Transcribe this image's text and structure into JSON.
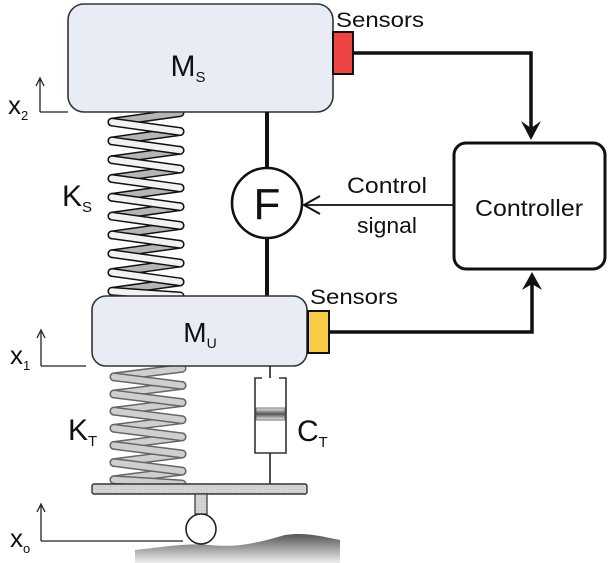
{
  "diagram": {
    "title": "Active suspension quarter-car model",
    "masses": {
      "sprung": {
        "main": "M",
        "sub": "S"
      },
      "unsprung": {
        "main": "M",
        "sub": "U"
      }
    },
    "springs": {
      "suspension": {
        "main": "K",
        "sub": "S"
      },
      "tire": {
        "main": "K",
        "sub": "T"
      }
    },
    "damper": {
      "main": "C",
      "sub": "T"
    },
    "actuator": {
      "label": "F"
    },
    "controller": {
      "label": "Controller"
    },
    "control_signal": {
      "line1": "Control",
      "line2": "signal"
    },
    "sensors": {
      "top": {
        "label": "Sensors",
        "color": "#ef4444"
      },
      "bottom": {
        "label": "Sensors",
        "color": "#f9cc45"
      }
    },
    "displacements": {
      "x2": {
        "main": "x",
        "sub": "2"
      },
      "x1": {
        "main": "x",
        "sub": "1"
      },
      "x0": {
        "main": "x",
        "sub": "o"
      }
    },
    "colors": {
      "mass_fill": "#e8edf5",
      "spring_light": "#f2f2f2",
      "spring_dark": "#b5b5b5",
      "tire_spring": "#cfcfcf",
      "road": "#7a7a7a"
    }
  }
}
